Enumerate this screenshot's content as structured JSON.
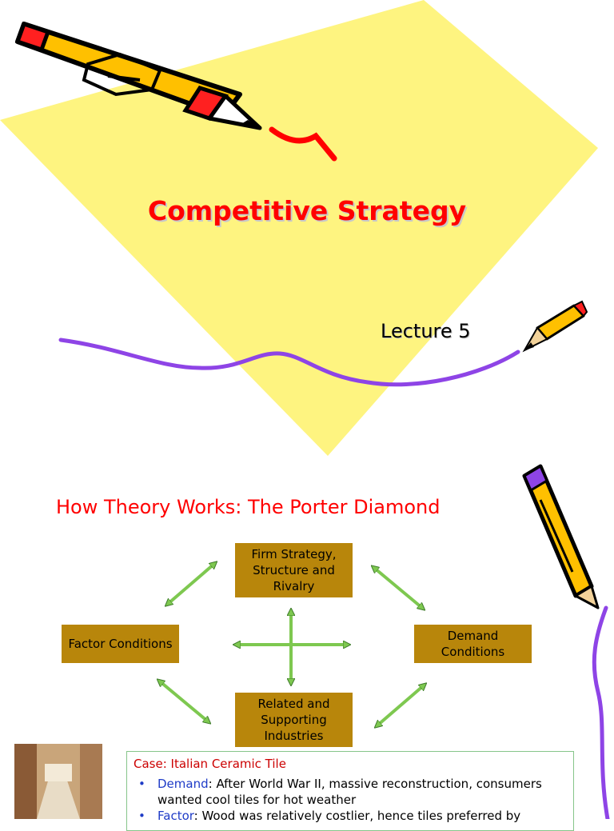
{
  "slide1": {
    "title": "Competitive Strategy",
    "subtitle": "Lecture 5",
    "colors": {
      "diamond": "#fef480",
      "pencil_body": "#ffc000",
      "pencil_tip": "#ff2020",
      "squiggle": "#8e44e6"
    }
  },
  "slide2": {
    "heading": "How Theory Works: The Porter Diamond",
    "boxes": {
      "firm_strategy": "Firm Strategy, Structure and Rivalry",
      "factor_conditions": "Factor Conditions",
      "demand_conditions": "Demand Conditions",
      "related_industries": "Related and Supporting Industries"
    },
    "colors": {
      "box": "#b8860b",
      "arrow": "#7ec850"
    },
    "case": {
      "title": "Case: Italian Ceramic Tile",
      "items": [
        {
          "term": "Demand",
          "text": ": After World War II, massive reconstruction, consumers wanted cool tiles for hot weather"
        },
        {
          "term": "Factor",
          "text": ": Wood was relatively costlier, hence tiles preferred by"
        }
      ]
    }
  }
}
